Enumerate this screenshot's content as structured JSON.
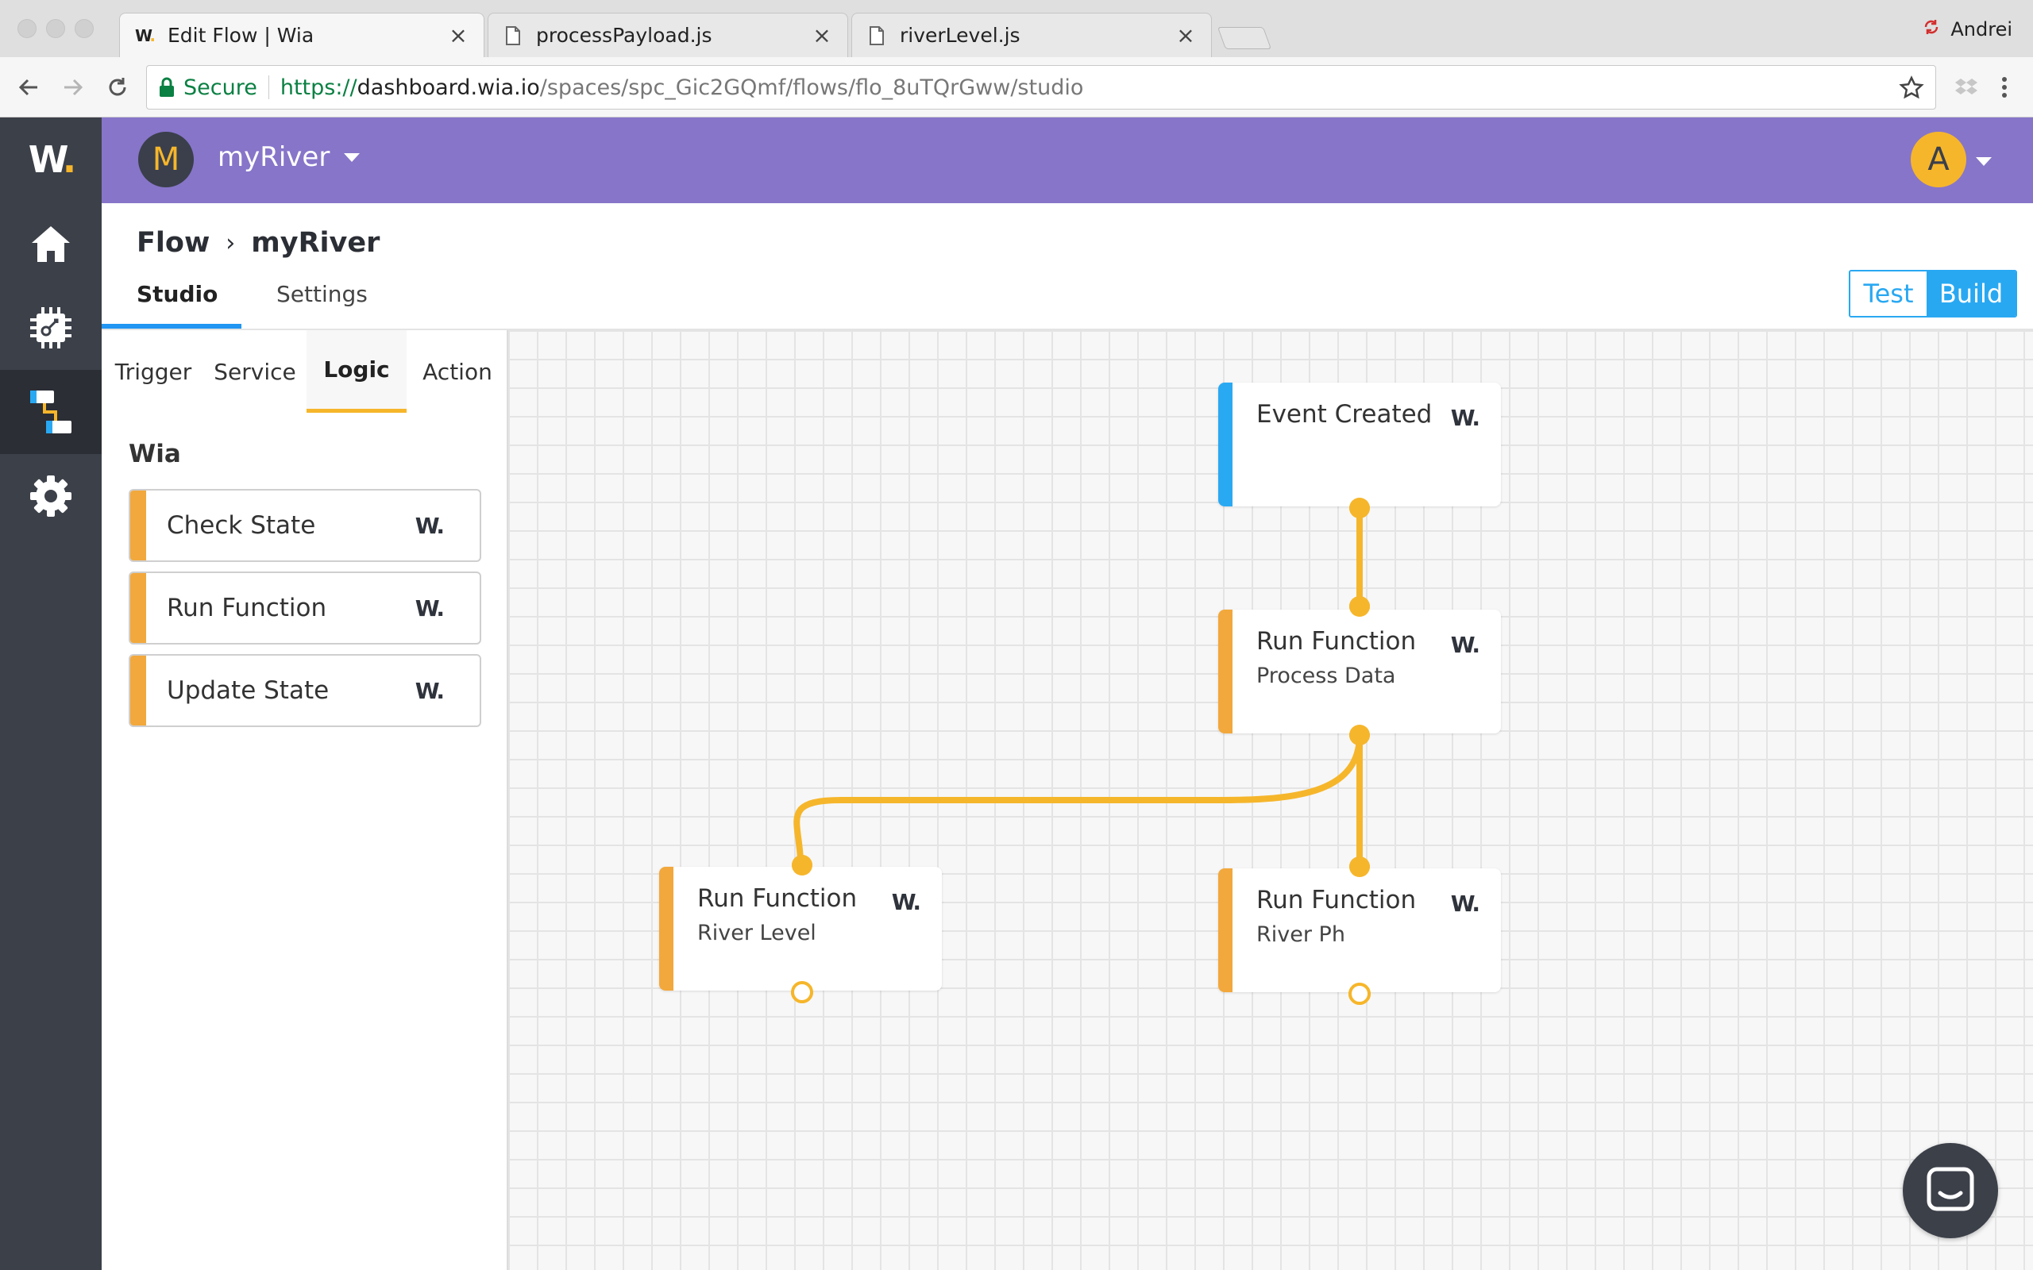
{
  "browser": {
    "tabs": [
      {
        "title": "Edit Flow | Wia",
        "active": true
      },
      {
        "title": "processPayload.js",
        "active": false
      },
      {
        "title": "riverLevel.js",
        "active": false
      }
    ],
    "close_glyph": "×",
    "profile_name": "Andrei",
    "secure_label": "Secure",
    "url_scheme": "https://",
    "url_host": "dashboard.wia.io",
    "url_path": "/spaces/spc_Gic2GQmf/flows/flo_8uTQrGww/studio"
  },
  "rail": {
    "items": [
      "wia-logo",
      "home-icon",
      "device-chip-icon",
      "flow-icon",
      "gear-icon"
    ]
  },
  "header": {
    "space_initial": "M",
    "space_name": "myRiver",
    "user_initial": "A"
  },
  "subheader": {
    "breadcrumb_root": "Flow",
    "breadcrumb_sep": "›",
    "breadcrumb_current": "myRiver",
    "tabs": [
      "Studio",
      "Settings"
    ],
    "active_tab": "Studio",
    "mode_test": "Test",
    "mode_build": "Build"
  },
  "palette": {
    "categories": [
      "Trigger",
      "Service",
      "Logic",
      "Action"
    ],
    "active_category": "Logic",
    "heading": "Wia",
    "items": [
      "Check State",
      "Run Function",
      "Update State"
    ],
    "brand_mark": "W."
  },
  "canvas": {
    "nodes": [
      {
        "title": "Event Created",
        "subtitle": "",
        "kind": "trigger"
      },
      {
        "title": "Run Function",
        "subtitle": "Process Data",
        "kind": "logic"
      },
      {
        "title": "Run Function",
        "subtitle": "River Level",
        "kind": "logic"
      },
      {
        "title": "Run Function",
        "subtitle": "River Ph",
        "kind": "logic"
      }
    ],
    "wire_color": "#f6b62b"
  },
  "colors": {
    "header_purple": "#8775c9",
    "rail_dark": "#3c4049",
    "accent_blue": "#29a8f2",
    "accent_orange": "#f2a83c"
  }
}
